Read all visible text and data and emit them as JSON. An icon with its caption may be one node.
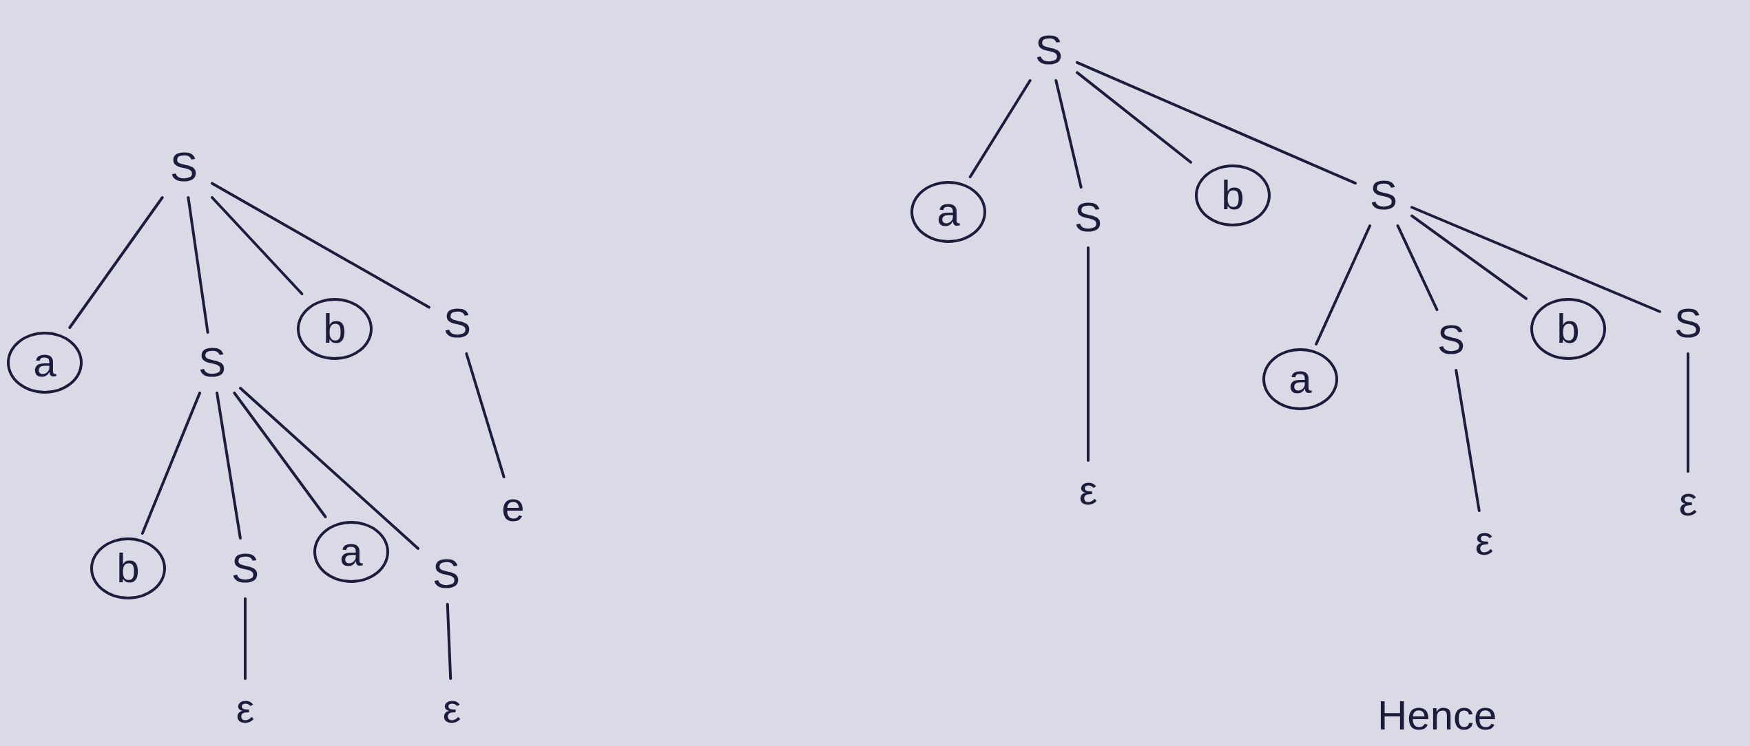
{
  "diagram": {
    "nodes": [
      {
        "text": [
          "S"
        ]
      },
      {
        "text": [
          "a"
        ]
      },
      {
        "text": [
          "S"
        ]
      },
      {
        "text": [
          "b"
        ]
      },
      {
        "text": [
          "S"
        ]
      },
      {
        "text": [
          "b"
        ]
      },
      {
        "text": [
          "S"
        ]
      },
      {
        "text": [
          "a"
        ]
      },
      {
        "text": [
          "S"
        ]
      },
      {
        "text": [
          "ε"
        ]
      },
      {
        "text": [
          "ε"
        ]
      },
      {
        "text": [
          "e"
        ]
      },
      {
        "text": [
          "S"
        ]
      },
      {
        "text": [
          "a"
        ]
      },
      {
        "text": [
          "S"
        ]
      },
      {
        "text": [
          "b"
        ]
      },
      {
        "text": [
          "S"
        ]
      },
      {
        "text": [
          "ε"
        ]
      },
      {
        "text": [
          "a"
        ]
      },
      {
        "text": [
          "S"
        ]
      },
      {
        "text": [
          "b"
        ]
      },
      {
        "text": [
          "S"
        ]
      },
      {
        "text": [
          "ε"
        ]
      },
      {
        "text": [
          "ε"
        ]
      }
    ],
    "edges": [
      {
        "from": 0,
        "to": 1,
        "arrow": "none"
      },
      {
        "from": 0,
        "to": 2,
        "arrow": "none"
      },
      {
        "from": 0,
        "to": 3,
        "arrow": "none"
      },
      {
        "from": 0,
        "to": 4,
        "arrow": "none"
      },
      {
        "from": 2,
        "to": 5,
        "arrow": "none"
      },
      {
        "from": 2,
        "to": 6,
        "arrow": "none"
      },
      {
        "from": 2,
        "to": 7,
        "arrow": "none"
      },
      {
        "from": 2,
        "to": 8,
        "arrow": "none"
      },
      {
        "from": 6,
        "to": 9,
        "arrow": "none"
      },
      {
        "from": 8,
        "to": 10,
        "arrow": "none"
      },
      {
        "from": 4,
        "to": 11,
        "arrow": "none"
      },
      {
        "from": 12,
        "to": 13,
        "arrow": "none"
      },
      {
        "from": 12,
        "to": 14,
        "arrow": "none"
      },
      {
        "from": 12,
        "to": 15,
        "arrow": "none"
      },
      {
        "from": 12,
        "to": 16,
        "arrow": "none"
      },
      {
        "from": 14,
        "to": 17,
        "arrow": "none"
      },
      {
        "from": 16,
        "to": 18,
        "arrow": "none"
      },
      {
        "from": 16,
        "to": 19,
        "arrow": "none"
      },
      {
        "from": 16,
        "to": 20,
        "arrow": "none"
      },
      {
        "from": 16,
        "to": 21,
        "arrow": "none"
      },
      {
        "from": 19,
        "to": 22,
        "arrow": "none"
      },
      {
        "from": 21,
        "to": 23,
        "arrow": "none"
      }
    ],
    "labels": [
      "Hence"
    ]
  }
}
